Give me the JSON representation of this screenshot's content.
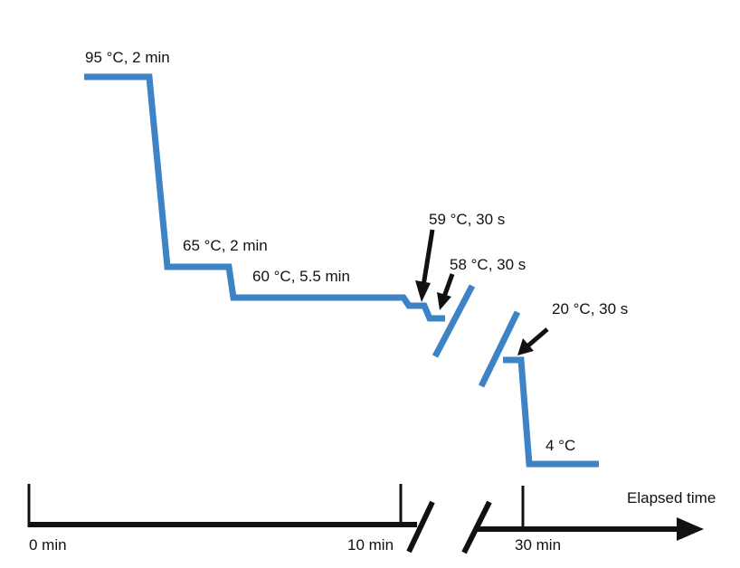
{
  "colors": {
    "profile_line": "#3d83c6",
    "axis": "#111111",
    "arrows": "#111111",
    "text": "#111111"
  },
  "steps": [
    {
      "label": "95 °C, 2 min"
    },
    {
      "label": "65 °C, 2 min"
    },
    {
      "label": "60 °C, 5.5 min"
    },
    {
      "label": "59 °C, 30 s"
    },
    {
      "label": "58 °C, 30 s"
    },
    {
      "label": "20 °C, 30 s"
    },
    {
      "label": "4 °C"
    }
  ],
  "time_axis": {
    "title": "Elapsed time",
    "ticks": [
      "0 min",
      "10 min",
      "30 min"
    ]
  }
}
